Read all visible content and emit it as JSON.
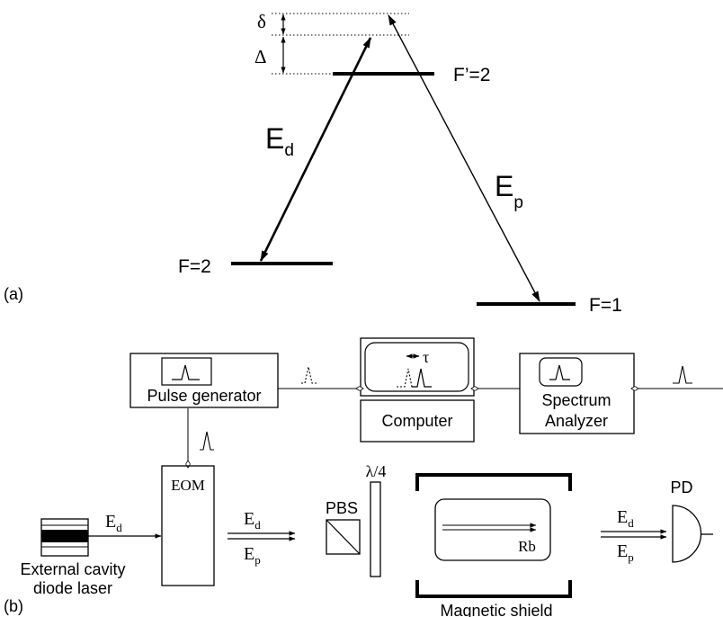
{
  "panel_a": {
    "panel_label": "(a)",
    "delta_small": "δ",
    "delta_big": "Δ",
    "excited_level": "F’=2",
    "ground_level_left": "F=2",
    "ground_level_right": "F=1",
    "drive_field": {
      "letter": "E",
      "sub": "d"
    },
    "probe_field": {
      "letter": "E",
      "sub": "p"
    }
  },
  "panel_b": {
    "panel_label": "(b)",
    "pulse_generator": "Pulse generator",
    "computer": "Computer",
    "tau": "τ",
    "spectrum_analyzer_line1": "Spectrum",
    "spectrum_analyzer_line2": "Analyzer",
    "eom": "EOM",
    "pbs": "PBS",
    "quarter_wave": "λ/4",
    "rb": "Rb",
    "pd": "PD",
    "magnetic_shield": "Magnetic shield",
    "laser_line1": "External cavity",
    "laser_line2": "diode laser",
    "laser_beam": {
      "letter": "E",
      "sub": "d"
    },
    "beam_after_eom": [
      {
        "letter": "E",
        "sub": "d"
      },
      {
        "letter": "E",
        "sub": "p"
      }
    ],
    "beam_before_pd": [
      {
        "letter": "E",
        "sub": "d"
      },
      {
        "letter": "E",
        "sub": "p"
      }
    ]
  }
}
